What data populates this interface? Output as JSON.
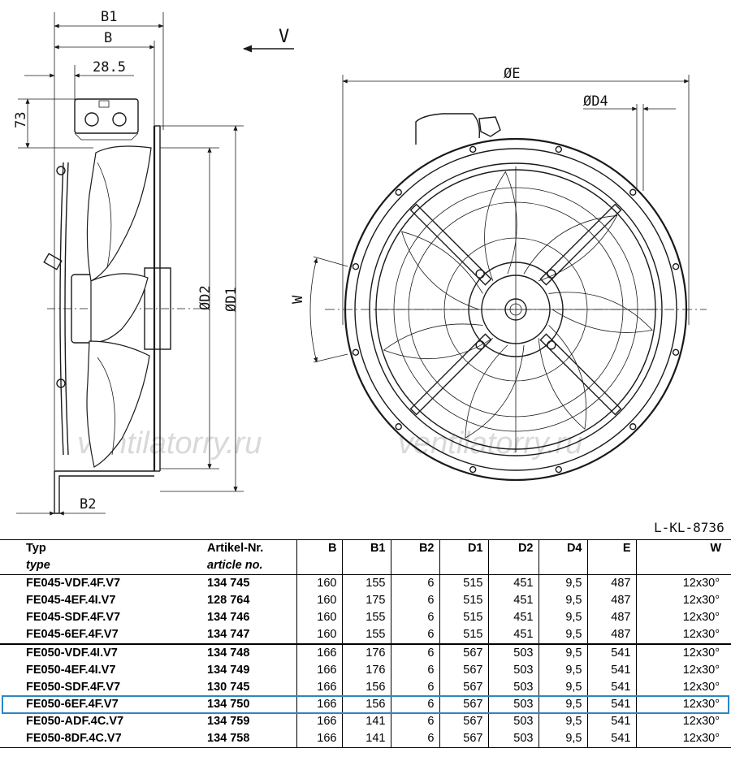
{
  "drawing": {
    "dim_labels": {
      "b1": "B1",
      "b": "B",
      "d285": "28.5",
      "d73": "73",
      "v": "V",
      "phi_e": "ØE",
      "phi_d4": "ØD4",
      "phi_d2": "ØD2",
      "phi_d1": "ØD1",
      "w": "W",
      "b2": "B2"
    },
    "drawing_code": "L-KL-8736",
    "watermark": "ventilatorry.ru"
  },
  "table": {
    "headers": {
      "typ": "Typ",
      "typ_en": "type",
      "artikel": "Artikel-Nr.",
      "artikel_en": "article no.",
      "b": "B",
      "b1": "B1",
      "b2": "B2",
      "d1": "D1",
      "d2": "D2",
      "d4": "D4",
      "e": "E",
      "w": "W"
    },
    "rows": [
      {
        "typ": "FE045-VDF.4F.V7",
        "art": "134 745",
        "b": "160",
        "b1": "155",
        "b2": "6",
        "d1": "515",
        "d2": "451",
        "d4": "9,5",
        "e": "487",
        "w": "12x30°"
      },
      {
        "typ": "FE045-4EF.4I.V7",
        "art": "128 764",
        "b": "160",
        "b1": "175",
        "b2": "6",
        "d1": "515",
        "d2": "451",
        "d4": "9,5",
        "e": "487",
        "w": "12x30°"
      },
      {
        "typ": "FE045-SDF.4F.V7",
        "art": "134 746",
        "b": "160",
        "b1": "155",
        "b2": "6",
        "d1": "515",
        "d2": "451",
        "d4": "9,5",
        "e": "487",
        "w": "12x30°"
      },
      {
        "typ": "FE045-6EF.4F.V7",
        "art": "134 747",
        "b": "160",
        "b1": "155",
        "b2": "6",
        "d1": "515",
        "d2": "451",
        "d4": "9,5",
        "e": "487",
        "w": "12x30°"
      },
      {
        "typ": "FE050-VDF.4I.V7",
        "art": "134 748",
        "b": "166",
        "b1": "176",
        "b2": "6",
        "d1": "567",
        "d2": "503",
        "d4": "9,5",
        "e": "541",
        "w": "12x30°"
      },
      {
        "typ": "FE050-4EF.4I.V7",
        "art": "134 749",
        "b": "166",
        "b1": "176",
        "b2": "6",
        "d1": "567",
        "d2": "503",
        "d4": "9,5",
        "e": "541",
        "w": "12x30°"
      },
      {
        "typ": "FE050-SDF.4F.V7",
        "art": "130 745",
        "b": "166",
        "b1": "156",
        "b2": "6",
        "d1": "567",
        "d2": "503",
        "d4": "9,5",
        "e": "541",
        "w": "12x30°"
      },
      {
        "typ": "FE050-6EF.4F.V7",
        "art": "134 750",
        "b": "166",
        "b1": "156",
        "b2": "6",
        "d1": "567",
        "d2": "503",
        "d4": "9,5",
        "e": "541",
        "w": "12x30°"
      },
      {
        "typ": "FE050-ADF.4C.V7",
        "art": "134 759",
        "b": "166",
        "b1": "141",
        "b2": "6",
        "d1": "567",
        "d2": "503",
        "d4": "9,5",
        "e": "541",
        "w": "12x30°"
      },
      {
        "typ": "FE050-8DF.4C.V7",
        "art": "134 758",
        "b": "166",
        "b1": "141",
        "b2": "6",
        "d1": "567",
        "d2": "503",
        "d4": "9,5",
        "e": "541",
        "w": "12x30°"
      }
    ],
    "highlight_color": "#2e86c1"
  }
}
